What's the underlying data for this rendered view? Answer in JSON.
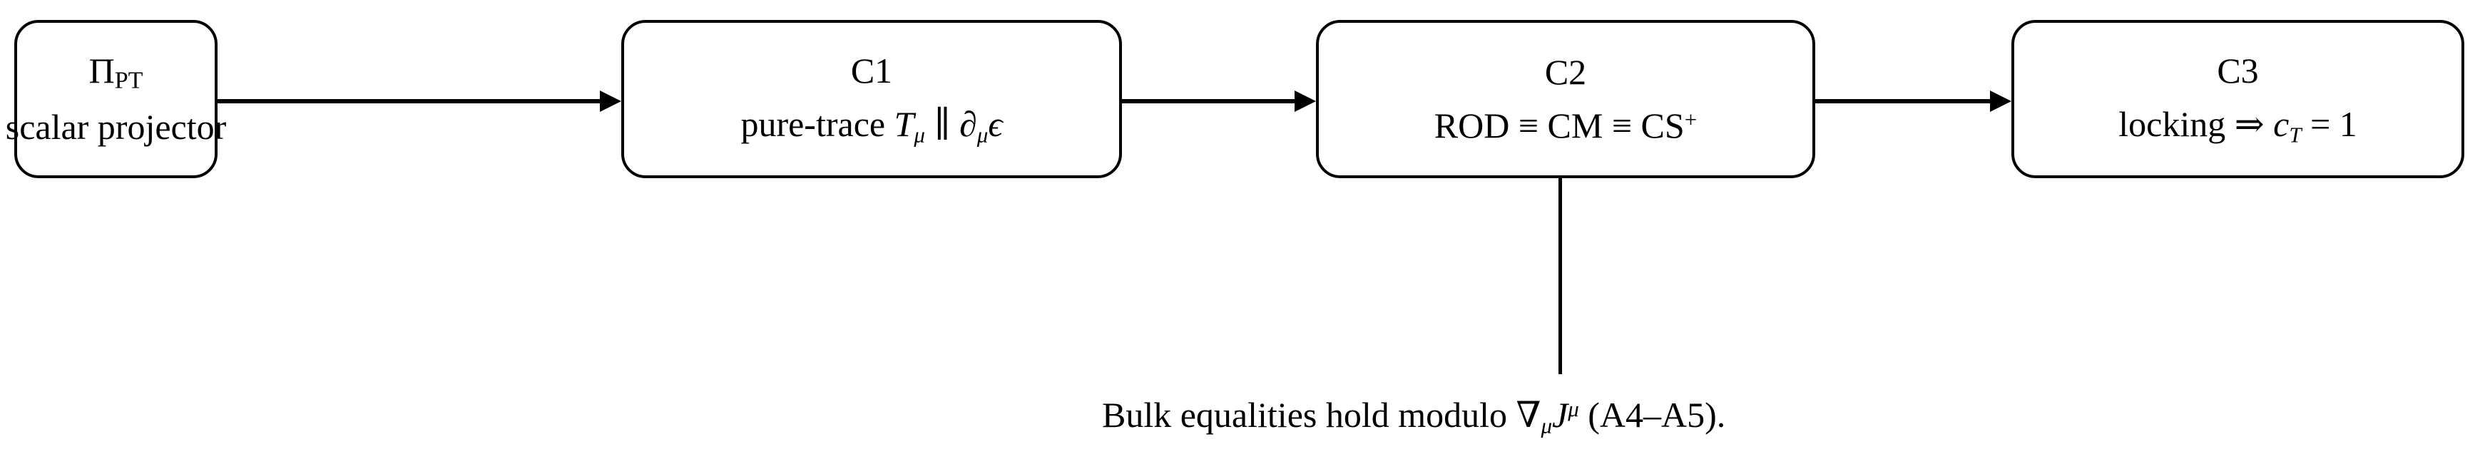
{
  "diagram": {
    "type": "flowchart",
    "orientation": "left-to-right",
    "background_color": "#ffffff",
    "stroke_color": "#000000",
    "nodes": [
      {
        "id": "pi-pt",
        "title": "Π",
        "title_subscript": "PT",
        "subtitle": "scalar projector"
      },
      {
        "id": "c1",
        "title": "C1",
        "subtitle_prefix": "pure-trace ",
        "subtitle_sym1": "T",
        "subtitle_sub1": "μ",
        "subtitle_mid": " ∥ ",
        "subtitle_sym2": "∂",
        "subtitle_sub2": "μ",
        "subtitle_sym3": "ϵ"
      },
      {
        "id": "c2",
        "title": "C2",
        "subtitle_prefix": "ROD ≡ CM ≡ CS",
        "subtitle_sup": "+"
      },
      {
        "id": "c3",
        "title": "C3",
        "subtitle_prefix": "locking ⇒ ",
        "subtitle_sym1": "c",
        "subtitle_sub1": "T",
        "subtitle_suffix": " = 1"
      }
    ],
    "connectors": [
      {
        "id": "arrow-1",
        "from": "pi-pt",
        "to": "c1",
        "style": "solid-arrow"
      },
      {
        "id": "arrow-2",
        "from": "c1",
        "to": "c2",
        "style": "solid-arrow"
      },
      {
        "id": "arrow-3",
        "from": "c2",
        "to": "c3",
        "style": "solid-arrow"
      },
      {
        "id": "note-line",
        "from": "c2",
        "to": "footnote",
        "style": "plain-line"
      }
    ],
    "footnote": {
      "prefix": "Bulk equalities hold modulo ",
      "sym_nabla": "∇",
      "sym_nabla_sub": "μ",
      "sym_j": "J",
      "sym_j_sup": "μ",
      "suffix": " (A4–A5)."
    }
  }
}
